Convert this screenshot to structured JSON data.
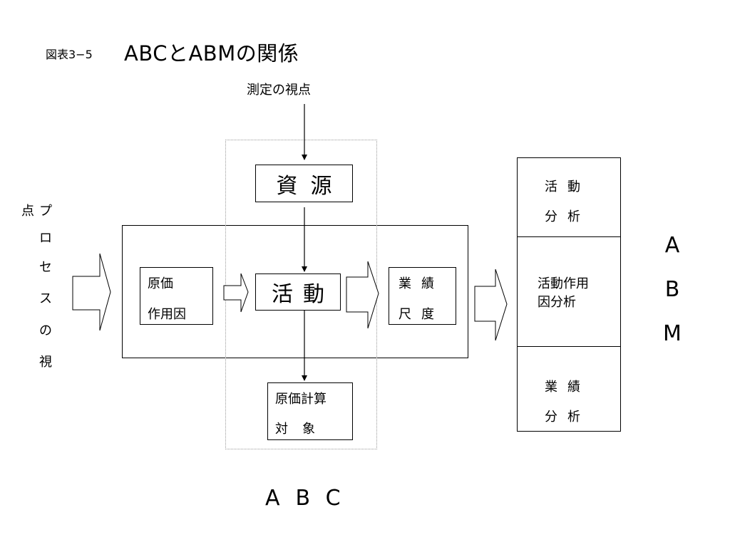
{
  "header": {
    "figure_label": "図表3−5",
    "title": "ABCとABMの関係"
  },
  "viewpoints": {
    "measurement": "測定の視点",
    "process": [
      "点",
      "プ",
      "ロ",
      "セ",
      "ス",
      "の",
      "視"
    ]
  },
  "abc": {
    "resource": "資源",
    "activity": "活動",
    "cost_driver": [
      "原価",
      "作用因"
    ],
    "performance": [
      "業績",
      "尺度"
    ],
    "cost_object": [
      "原価計算",
      "対象"
    ],
    "label": "ABC"
  },
  "abm": {
    "items": [
      [
        "活動",
        "分析"
      ],
      [
        "活動作用",
        "因分析"
      ],
      [
        "業績",
        "分析"
      ]
    ],
    "label_letters": [
      "A",
      "B",
      "M"
    ]
  }
}
